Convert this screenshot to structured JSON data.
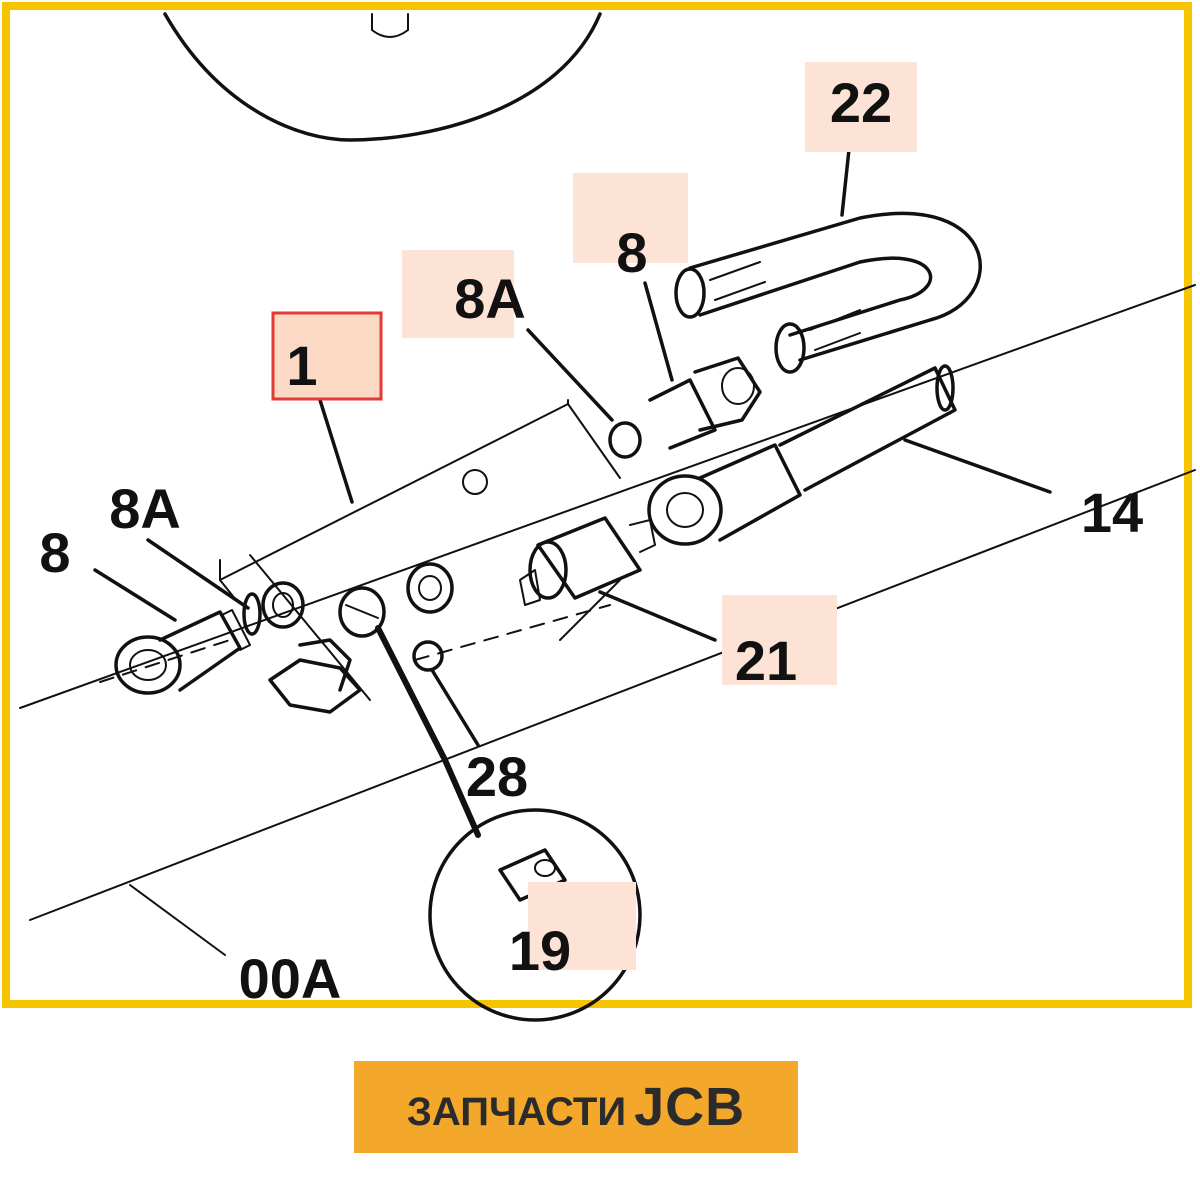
{
  "colors": {
    "frame": "#f7c400",
    "callout_highlight": "#fde3d5",
    "selected_outline": "#e53935",
    "banner_bg": "#f3a82b",
    "banner_text": "#2b2b2b"
  },
  "callouts": {
    "c1": "1",
    "c8_top": "8",
    "c8a_top": "8A",
    "c22": "22",
    "c8_left": "8",
    "c8a_left": "8A",
    "c14": "14",
    "c21": "21",
    "c28": "28",
    "c19": "19",
    "c00a": "00A"
  },
  "selected_callout": "1",
  "brand": {
    "word": "ЗАПЧАСТИ",
    "logo": "JCB"
  }
}
